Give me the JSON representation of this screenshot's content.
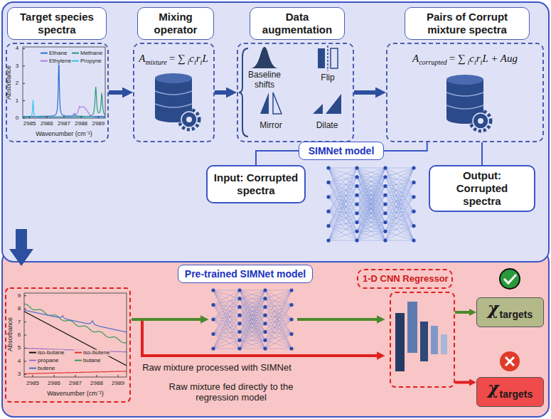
{
  "diagram": {
    "nodes": [
      {
        "text": [
          "Target species spectra"
        ]
      },
      {
        "text": [
          "Mixing operator"
        ]
      },
      {
        "text": [
          "Data augmentation"
        ]
      },
      {
        "text": [
          "Pairs of Corrupt mixture spectra"
        ]
      },
      {
        "text": [
          "SIMNet model"
        ]
      },
      {
        "text": [
          "Input: Corrupted spectra"
        ]
      },
      {
        "text": [
          "Output: Corrupted spectra"
        ]
      },
      {
        "text": [
          "Pre-trained SIMNet model"
        ]
      },
      {
        "text": [
          "1-D CNN Regressor"
        ]
      },
      {
        "text": [
          "χ",
          "targets"
        ]
      },
      {
        "text": [
          "χ",
          "targets"
        ]
      }
    ],
    "edges": [
      {
        "from": 0,
        "to": 1,
        "arrow": "to"
      },
      {
        "from": 1,
        "to": 2,
        "arrow": "to"
      },
      {
        "from": 2,
        "to": 3,
        "arrow": "to"
      },
      {
        "from": 3,
        "to": 5,
        "arrow": "none"
      },
      {
        "from": 3,
        "to": 6,
        "arrow": "none"
      },
      {
        "from": 8,
        "to": 9,
        "arrow": "to"
      },
      {
        "from": 8,
        "to": 10,
        "arrow": "to"
      }
    ],
    "labels": [
      "Absorbance",
      "0",
      "1",
      "2",
      "3",
      "4",
      "2985",
      "2986",
      "2987",
      "2988",
      "2989",
      "Wavenumber (cm⁻¹)",
      "A",
      "mixture",
      "= ∑",
      "i",
      "c",
      "i",
      "r",
      "i",
      "L",
      "Baseline shifts",
      "Flip",
      "Mirror",
      "Dilate",
      "A",
      "corrupted",
      "= ∑",
      "i",
      "c",
      "i",
      "r",
      "i",
      "L + Aug",
      "Absorbance",
      "3",
      "4",
      "5",
      "6",
      "7",
      "8",
      "9",
      "2985",
      "2986",
      "2987",
      "2988",
      "2989",
      "Wavenumber (cm⁻¹)",
      "Raw mixture processed with SIMNet",
      "Raw mixture fed directly to the regression model"
    ],
    "legend": [
      {
        "text": "Ethane"
      },
      {
        "text": "Methane"
      },
      {
        "text": "Ethylene"
      },
      {
        "text": "Propyne"
      },
      {
        "text": "iso-butane"
      },
      {
        "text": "iso-butene"
      },
      {
        "text": "propane"
      },
      {
        "text": "butane"
      },
      {
        "text": "butene"
      }
    ]
  }
}
